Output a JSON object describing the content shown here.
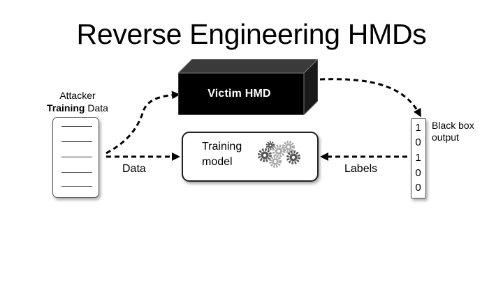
{
  "title": "Reverse Engineering HMDs",
  "attacker": {
    "line1": "Attacker",
    "line2_bold": "Training",
    "line2_rest": " Data"
  },
  "victim": {
    "label": "Victim HMD"
  },
  "model": {
    "line1": "Training",
    "line2": "model"
  },
  "edges": {
    "data_label": "Data",
    "labels_label": "Labels"
  },
  "output": {
    "bits": [
      "1",
      "0",
      "1",
      "0",
      "0"
    ],
    "caption_line1": "Black box",
    "caption_line2": "output"
  },
  "icons": [
    "gears-icon",
    "document-icon"
  ],
  "colors": {
    "victim_front": "#000000",
    "victim_top": "#3a3a3a",
    "victim_side": "#1a1a1a",
    "gear_dark": "#555555",
    "gear_light": "#aaaaaa"
  }
}
